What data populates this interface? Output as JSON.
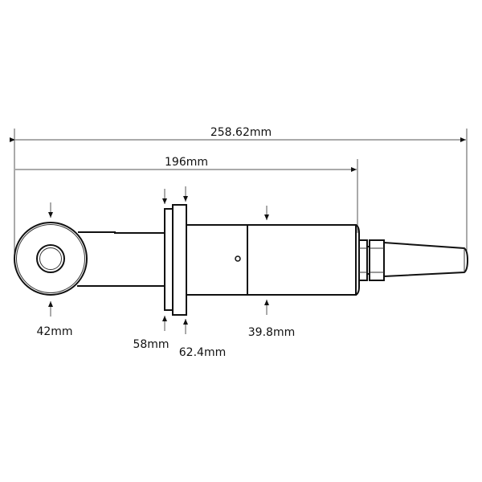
{
  "dimensions": {
    "overall_length": "258.62mm",
    "body_length": "196mm",
    "eye_diameter": "42mm",
    "flange_inner_diameter": "58mm",
    "flange_outer_diameter": "62.4mm",
    "body_diameter": "39.8mm"
  },
  "colors": {
    "line": "#111111",
    "background": "#ffffff"
  }
}
